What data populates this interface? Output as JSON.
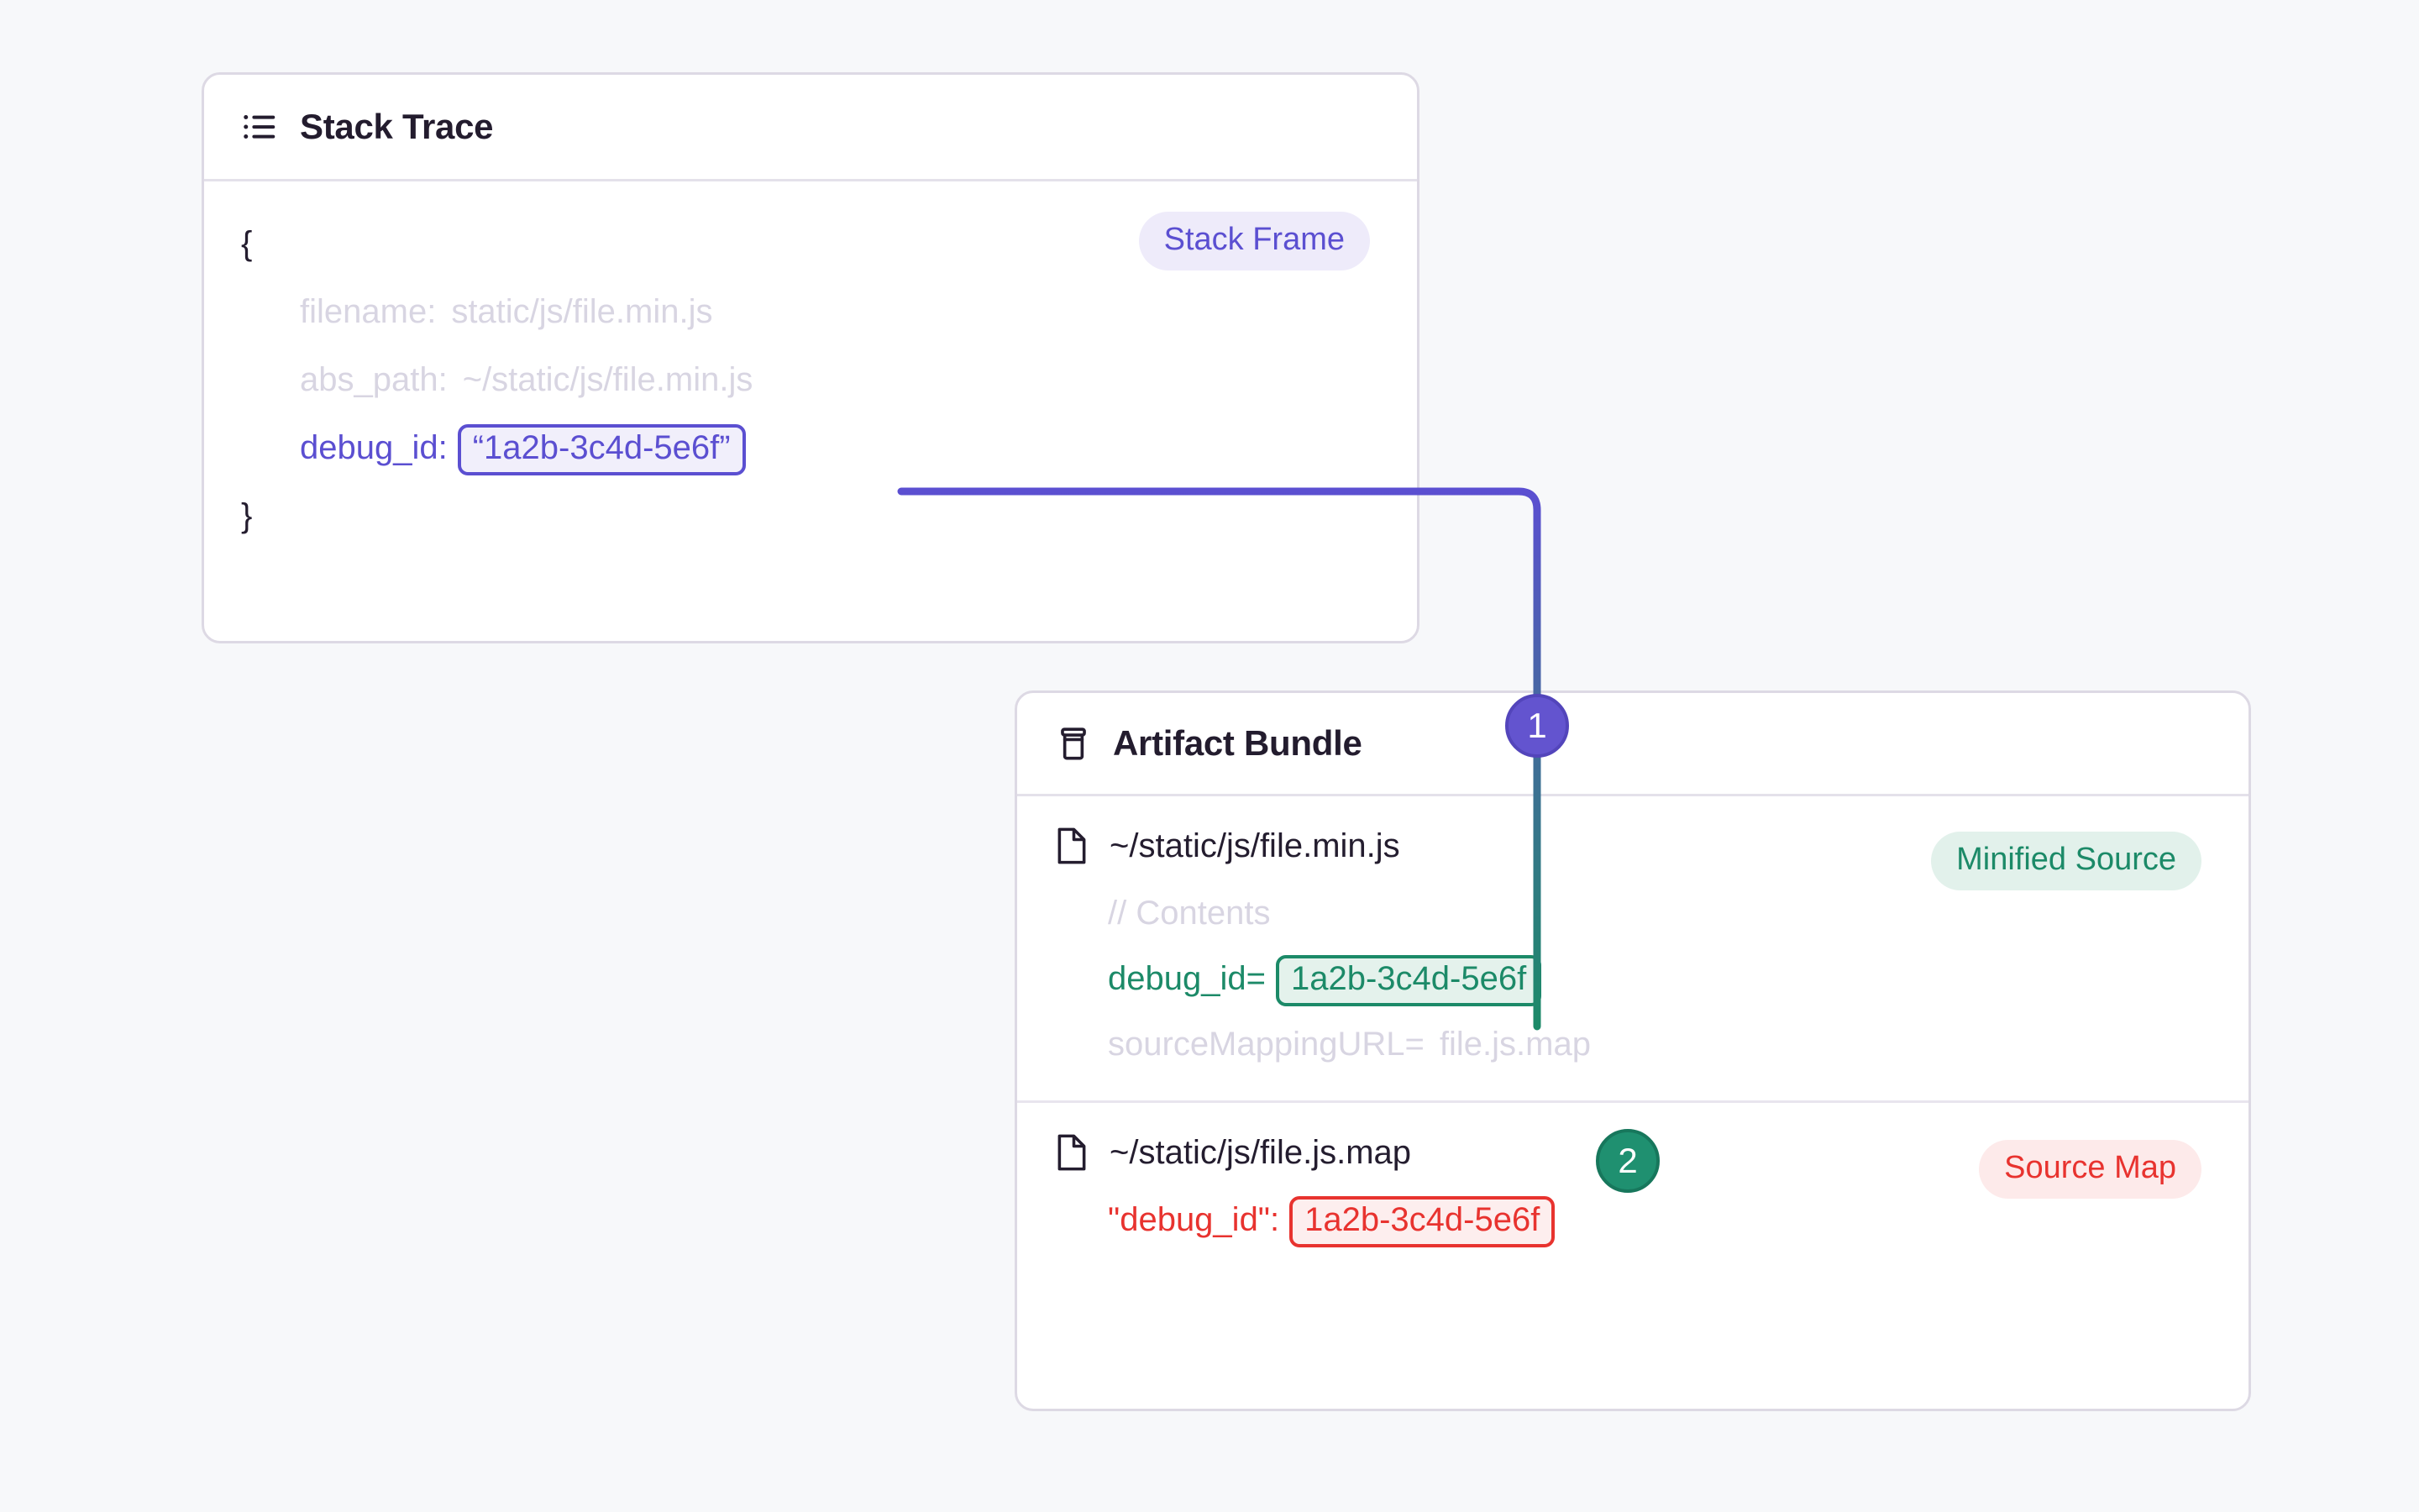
{
  "canvas": {
    "background": "#f7f8fa"
  },
  "colors": {
    "purple": "#5b4fd1",
    "purple_badge": "#6354cf",
    "green": "#1c8a68",
    "green_badge": "#1f9070",
    "red": "#e8332f",
    "muted": "#d8d5e2",
    "text": "#241d2f",
    "card_border": "#ddd9e4"
  },
  "stack_trace_card": {
    "icon": "list-icon",
    "title": "Stack Trace",
    "badge": {
      "label": "Stack Frame",
      "color": "#5b4fd1"
    },
    "open_brace": "{",
    "close_brace": "}",
    "fields": [
      {
        "key": "filename:",
        "value": "static/js/file.min.js",
        "style": "muted"
      },
      {
        "key": "abs_path:",
        "value": "~/static/js/file.min.js",
        "style": "muted"
      },
      {
        "key": "debug_id:",
        "value": "“1a2b-3c4d-5e6f”",
        "style": "highlight-purple"
      }
    ]
  },
  "artifact_bundle_card": {
    "icon": "package-icon",
    "title": "Artifact Bundle",
    "rows": [
      {
        "file_icon": "file-icon",
        "file_name": "~/static/js/file.min.js",
        "badge": {
          "label": "Minified Source",
          "color": "#1c8a68"
        },
        "lines": [
          {
            "key": "// Contents",
            "value": "",
            "style": "muted"
          },
          {
            "key": "debug_id=",
            "value": "1a2b-3c4d-5e6f",
            "style": "highlight-green"
          },
          {
            "key": "sourceMappingURL=",
            "value": "file.js.map",
            "style": "muted"
          }
        ]
      },
      {
        "file_icon": "file-icon",
        "file_name": "~/static/js/file.js.map",
        "badge": {
          "label": "Source Map",
          "color": "#e8332f"
        },
        "lines": [
          {
            "key": "\"debug_id\":",
            "value": "1a2b-3c4d-5e6f",
            "style": "highlight-red"
          }
        ]
      }
    ]
  },
  "steps": [
    {
      "number": "1",
      "color": "#6354cf"
    },
    {
      "number": "2",
      "color": "#1f9070"
    }
  ]
}
